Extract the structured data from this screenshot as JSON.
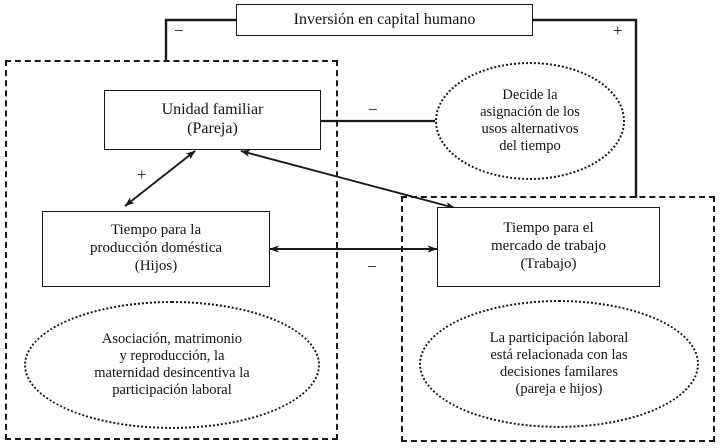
{
  "diagram": {
    "title_text": "Inversión en capital humano",
    "nodes": [
      {
        "id": "inversion",
        "label": "Inversión en capital humano",
        "shape": "rect",
        "font_size": 16
      },
      {
        "id": "unidad",
        "label": "Unidad familiar\n(Pareja)",
        "shape": "rect",
        "font_size": 16
      },
      {
        "id": "decide",
        "label": "Decide la\nasignación de los\nusos alternativos\ndel tiempo",
        "shape": "oval",
        "font_size": 14.5
      },
      {
        "id": "domestica",
        "label": "Tiempo para la\nproducción doméstica\n(Hijos)",
        "shape": "rect",
        "font_size": 15
      },
      {
        "id": "mercado",
        "label": "Tiempo para el\nmercado de trabajo\n(Trabajo)",
        "shape": "rect",
        "font_size": 15
      },
      {
        "id": "asociacion",
        "label": "Asociación, matrimonio\ny reproducción, la\nmaternidad desincentiva la\nparticipación laboral",
        "shape": "oval",
        "font_size": 14.5
      },
      {
        "id": "laboral",
        "label": "La participación laboral\nestá relacionada con las\ndecisiones familares\n(pareja e hijos)",
        "shape": "oval",
        "font_size": 14.5
      }
    ],
    "signs": [
      {
        "id": "sign-inversion-unidad",
        "label": "−"
      },
      {
        "id": "sign-inversion-mercado",
        "label": "+"
      },
      {
        "id": "sign-unidad-decide",
        "label": "−"
      },
      {
        "id": "sign-unidad-domestica",
        "label": "+"
      },
      {
        "id": "sign-domestica-mercado",
        "label": "−"
      }
    ],
    "groups": [
      {
        "id": "group-left",
        "label": "grupo-produccion-domestica"
      },
      {
        "id": "group-right",
        "label": "grupo-mercado-trabajo"
      }
    ],
    "colors": {
      "stroke": "#1a1a1a",
      "text": "#141414",
      "background": "#ffffff"
    }
  }
}
